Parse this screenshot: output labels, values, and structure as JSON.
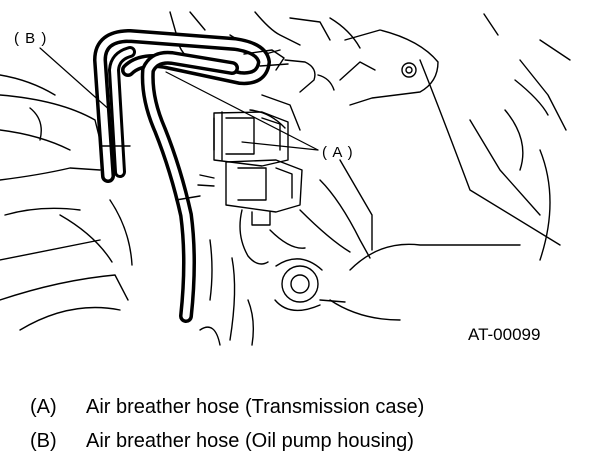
{
  "figure": {
    "callouts": {
      "b": "( B )",
      "a": "( A )"
    },
    "figure_id": "AT-00099"
  },
  "legend": [
    {
      "code": "(A)",
      "text": "Air breather hose (Transmission case)"
    },
    {
      "code": "(B)",
      "text": "Air breather hose (Oil pump housing)"
    }
  ]
}
